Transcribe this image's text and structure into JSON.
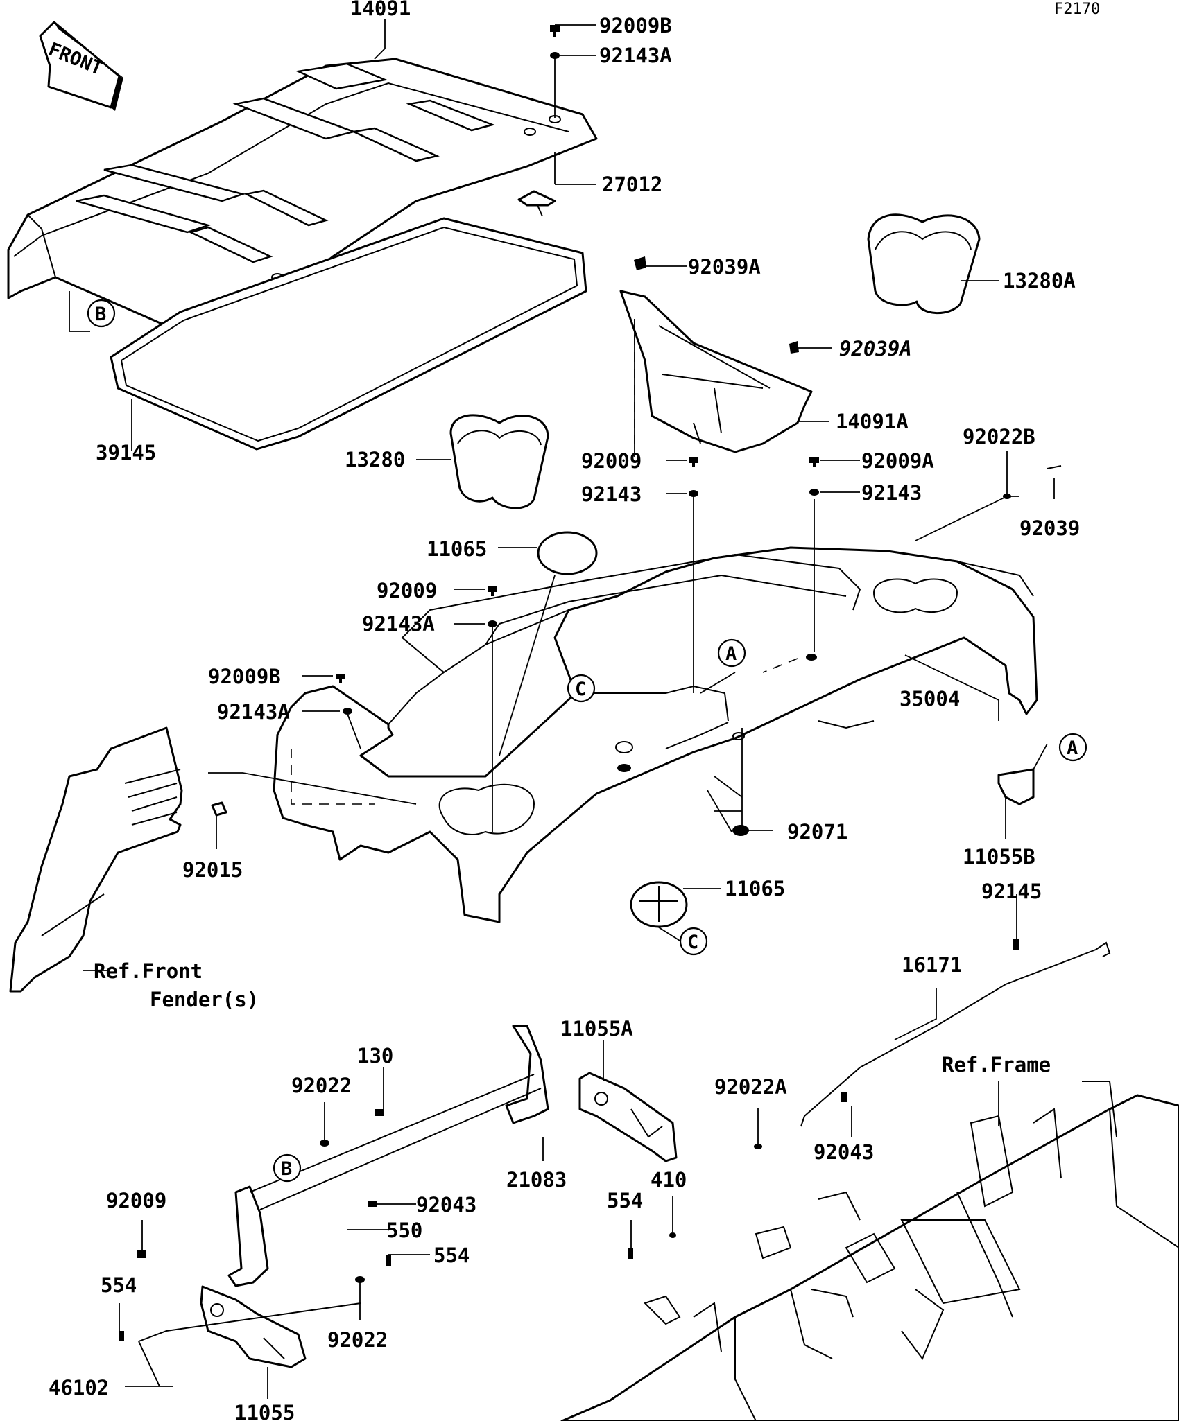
{
  "diagram": {
    "code": "F2170",
    "front_label": "FRONT",
    "parts": [
      {
        "id": "14091",
        "label": "14091"
      },
      {
        "id": "92009B_top",
        "label": "92009B"
      },
      {
        "id": "92143A_top",
        "label": "92143A"
      },
      {
        "id": "27012",
        "label": "27012"
      },
      {
        "id": "92039A_1",
        "label": "92039A"
      },
      {
        "id": "92039A_2",
        "label": "92039A"
      },
      {
        "id": "13280A",
        "label": "13280A"
      },
      {
        "id": "14091A",
        "label": "14091A"
      },
      {
        "id": "39145",
        "label": "39145"
      },
      {
        "id": "13280",
        "label": "13280"
      },
      {
        "id": "92009_mid",
        "label": "92009"
      },
      {
        "id": "92143_mid",
        "label": "92143"
      },
      {
        "id": "92009A",
        "label": "92009A"
      },
      {
        "id": "92143_right",
        "label": "92143"
      },
      {
        "id": "92022B",
        "label": "92022B"
      },
      {
        "id": "92039",
        "label": "92039"
      },
      {
        "id": "11065_top",
        "label": "11065"
      },
      {
        "id": "92009_left",
        "label": "92009"
      },
      {
        "id": "92143A_left",
        "label": "92143A"
      },
      {
        "id": "92009B_left",
        "label": "92009B"
      },
      {
        "id": "92143A_left2",
        "label": "92143A"
      },
      {
        "id": "35004",
        "label": "35004"
      },
      {
        "id": "92015",
        "label": "92015"
      },
      {
        "id": "92071",
        "label": "92071"
      },
      {
        "id": "11055B",
        "label": "11055B"
      },
      {
        "id": "11065_bottom",
        "label": "11065"
      },
      {
        "id": "92145",
        "label": "92145"
      },
      {
        "id": "16171",
        "label": "16171"
      },
      {
        "id": "11055A",
        "label": "11055A"
      },
      {
        "id": "130",
        "label": "130"
      },
      {
        "id": "92022_upper",
        "label": "92022"
      },
      {
        "id": "92022A",
        "label": "92022A"
      },
      {
        "id": "21083",
        "label": "21083"
      },
      {
        "id": "92043_right",
        "label": "92043"
      },
      {
        "id": "410",
        "label": "410"
      },
      {
        "id": "554_right",
        "label": "554"
      },
      {
        "id": "92009_bottom",
        "label": "92009"
      },
      {
        "id": "92043_left",
        "label": "92043"
      },
      {
        "id": "550",
        "label": "550"
      },
      {
        "id": "554_mid",
        "label": "554"
      },
      {
        "id": "554_left",
        "label": "554"
      },
      {
        "id": "92022_lower",
        "label": "92022"
      },
      {
        "id": "46102",
        "label": "46102"
      },
      {
        "id": "11055",
        "label": "11055"
      }
    ],
    "references": {
      "front_fender_line1": "Ref.Front",
      "front_fender_line2": "Fender(s)",
      "frame": "Ref.Frame"
    },
    "callouts": {
      "A": "A",
      "B": "B",
      "C": "C"
    }
  }
}
